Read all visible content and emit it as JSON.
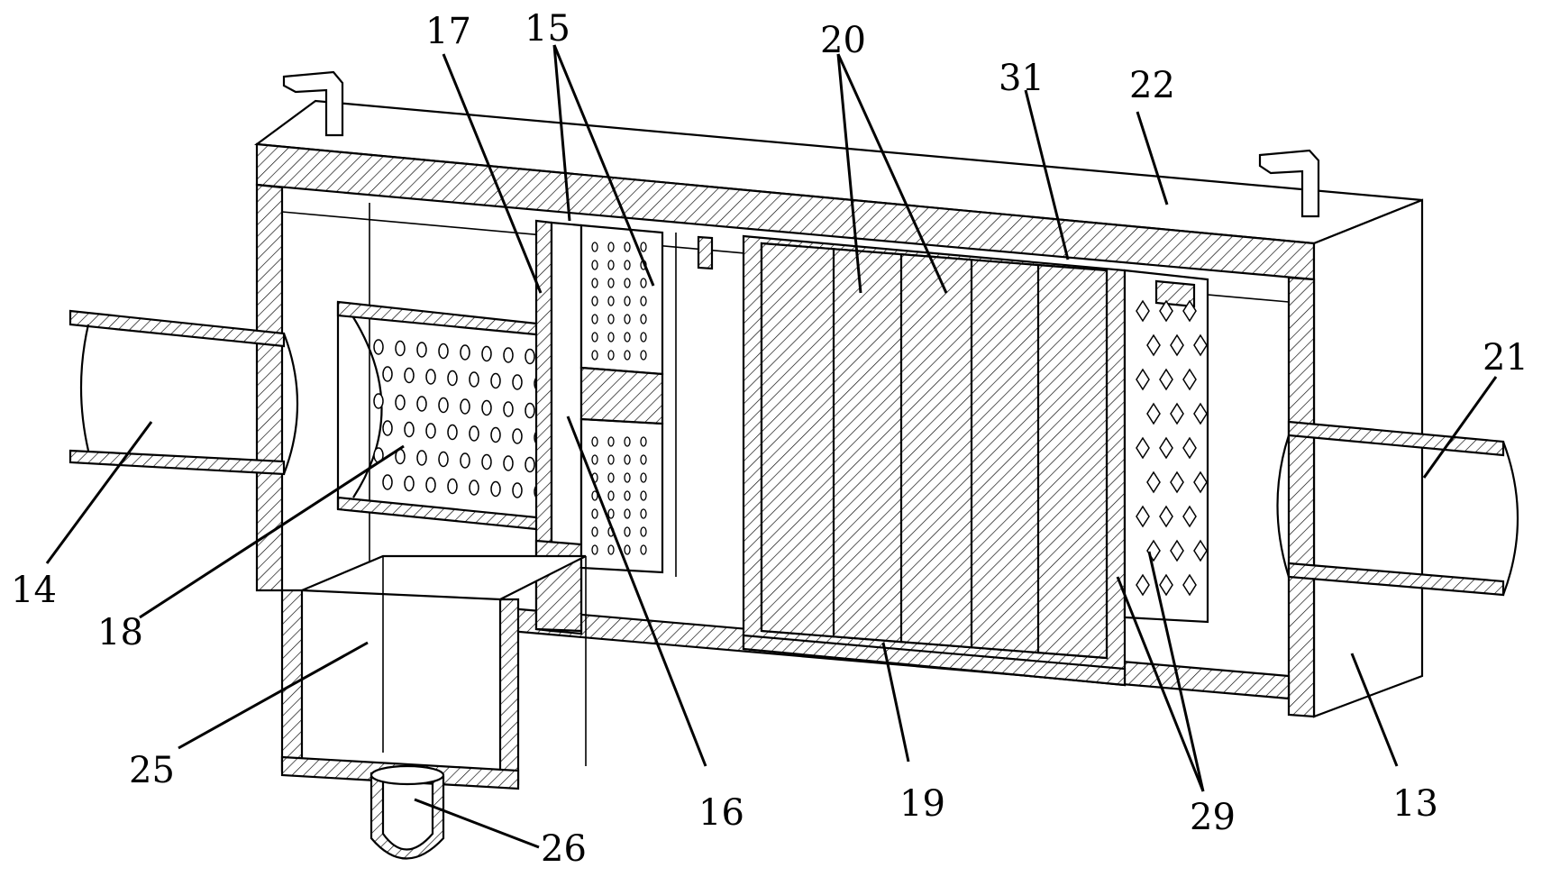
{
  "figure": {
    "callouts": [
      {
        "id": "c17",
        "text": "17"
      },
      {
        "id": "c15",
        "text": "15"
      },
      {
        "id": "c20",
        "text": "20"
      },
      {
        "id": "c31",
        "text": "31"
      },
      {
        "id": "c22",
        "text": "22"
      },
      {
        "id": "c21",
        "text": "21"
      },
      {
        "id": "c14",
        "text": "14"
      },
      {
        "id": "c18",
        "text": "18"
      },
      {
        "id": "c25",
        "text": "25"
      },
      {
        "id": "c26",
        "text": "26"
      },
      {
        "id": "c16",
        "text": "16"
      },
      {
        "id": "c19",
        "text": "19"
      },
      {
        "id": "c29",
        "text": "29"
      },
      {
        "id": "c13",
        "text": "13"
      }
    ],
    "colors": {
      "line": "#000000",
      "background": "#ffffff"
    }
  }
}
